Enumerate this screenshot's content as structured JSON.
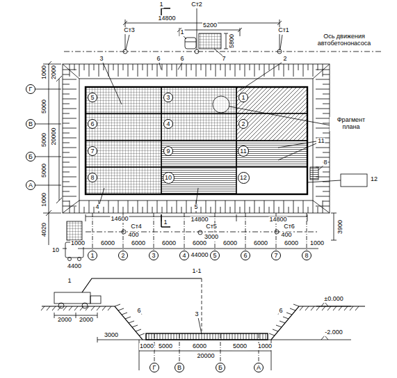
{
  "diagram": {
    "title": "1-1",
    "nodes": [
      {
        "text": [
          "Г"
        ]
      },
      {
        "text": [
          "5"
        ]
      },
      {
        "text": [
          "3"
        ]
      },
      {
        "text": [
          "1"
        ]
      },
      {
        "text": [
          "В"
        ]
      },
      {
        "text": [
          "6"
        ]
      },
      {
        "text": [
          "4"
        ]
      },
      {
        "text": [
          "2"
        ]
      },
      {
        "text": [
          "Б"
        ]
      },
      {
        "text": [
          "7"
        ]
      },
      {
        "text": [
          "9"
        ]
      },
      {
        "text": [
          "11"
        ]
      },
      {
        "text": [
          "А"
        ]
      },
      {
        "text": [
          "8"
        ]
      },
      {
        "text": [
          "10"
        ]
      },
      {
        "text": [
          "12"
        ]
      },
      {
        "text": [
          "1"
        ]
      },
      {
        "text": [
          "2"
        ]
      },
      {
        "text": [
          "3"
        ]
      },
      {
        "text": [
          "4"
        ]
      },
      {
        "text": [
          "5"
        ]
      },
      {
        "text": [
          "6"
        ]
      },
      {
        "text": [
          "7"
        ]
      },
      {
        "text": [
          "8"
        ]
      },
      {
        "text": [
          "Г"
        ]
      },
      {
        "text": [
          "В"
        ]
      },
      {
        "text": [
          "Б"
        ]
      },
      {
        "text": [
          "А"
        ]
      }
    ],
    "labels": [
      "1",
      "Ст2",
      "14800",
      "Ст3",
      "Ст1",
      "5200",
      "1",
      "5800",
      "Ось движения автобетононасоса",
      "1000",
      "2000",
      "5000",
      "5000",
      "5000",
      "20000",
      "1000",
      "3",
      "6",
      "6",
      "7",
      "2",
      "Фрагмент плана",
      "11",
      "8",
      "12",
      "4",
      "5",
      "14600",
      "14800",
      "14800",
      "1",
      "Ст4",
      "400",
      "Ст5",
      "3000",
      "Ст6",
      "400",
      "3900",
      "4020",
      "10",
      "1000",
      "6000",
      "6000",
      "6000",
      "6000",
      "6000",
      "6000",
      "6000",
      "1000",
      "44000",
      "4400",
      "1",
      "2000",
      "2000",
      "6",
      "3",
      "6",
      "±0.000",
      "-2.000",
      "3000",
      "1000",
      "5000",
      "6000",
      "5000",
      "1000",
      "20000"
    ]
  }
}
